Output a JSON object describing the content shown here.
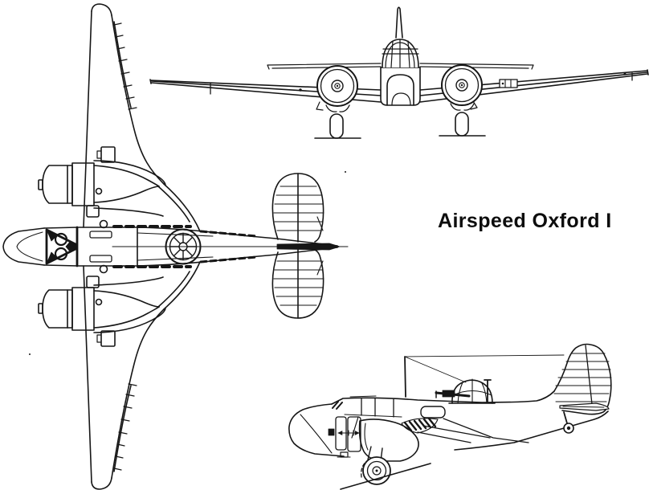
{
  "diagram": {
    "title": "Airspeed Oxford I",
    "background_color": "#ffffff",
    "line_color": "#161616",
    "views": [
      {
        "id": "top-view",
        "meaning": "plan view, nose pointing left"
      },
      {
        "id": "front-view",
        "meaning": "front elevation with landing gear"
      },
      {
        "id": "side-view",
        "meaning": "port side elevation on ground"
      }
    ]
  }
}
